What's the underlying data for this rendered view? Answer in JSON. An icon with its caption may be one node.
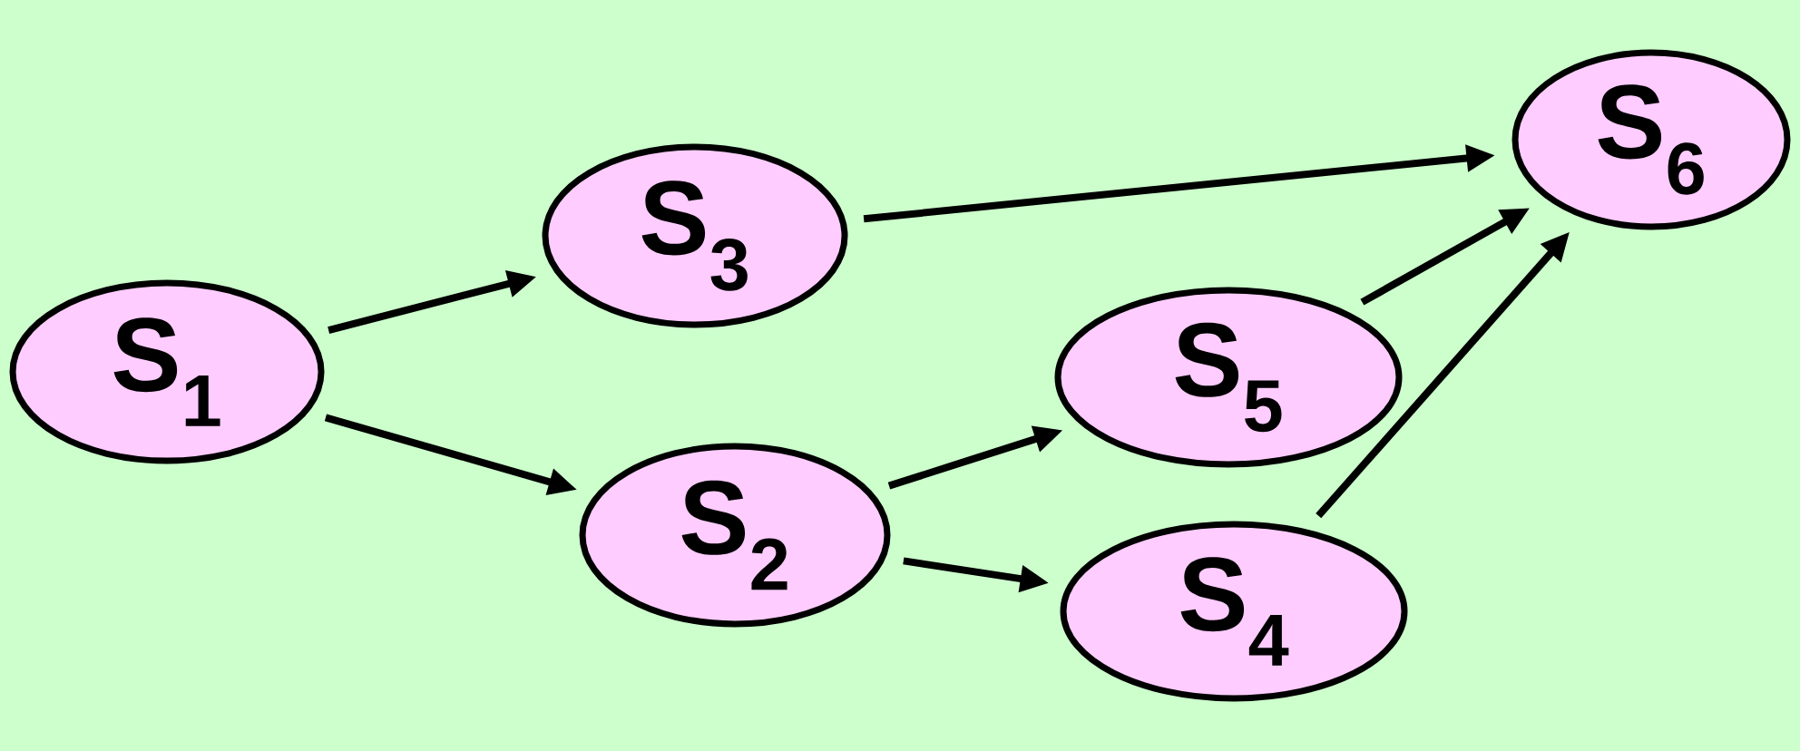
{
  "diagram": {
    "nodes": [
      {
        "text": [
          "S$_{1}$"
        ]
      },
      {
        "text": [
          "S$_{3}$"
        ]
      },
      {
        "text": [
          "S$_{2}$"
        ]
      },
      {
        "text": [
          "S$_{5}$"
        ]
      },
      {
        "text": [
          "S$_{4}$"
        ]
      },
      {
        "text": [
          "S$_{6}$"
        ]
      }
    ],
    "edges": [
      {
        "from": 0,
        "to": 1,
        "arrow": "to"
      },
      {
        "from": 0,
        "to": 2,
        "arrow": "to"
      },
      {
        "from": 1,
        "to": 5,
        "arrow": "to"
      },
      {
        "from": 2,
        "to": 3,
        "arrow": "to"
      },
      {
        "from": 2,
        "to": 4,
        "arrow": "to"
      },
      {
        "from": 3,
        "to": 5,
        "arrow": "to"
      },
      {
        "from": 4,
        "to": 5,
        "arrow": "to"
      }
    ]
  }
}
